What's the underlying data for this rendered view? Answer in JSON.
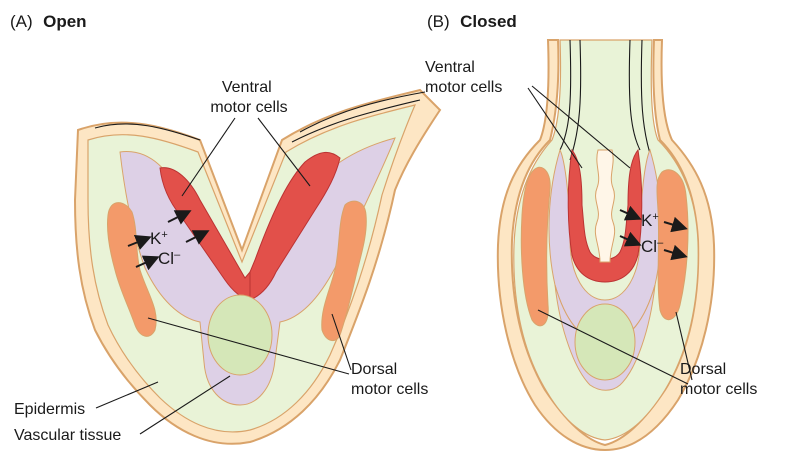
{
  "panel_a": {
    "prefix": "(A)",
    "title": "Open",
    "ventral_label": [
      "Ventral",
      "motor cells"
    ],
    "dorsal_label": [
      "Dorsal",
      "motor cells"
    ],
    "epidermis_label": "Epidermis",
    "vascular_label": "Vascular tissue",
    "ion_k": "K",
    "ion_k_charge": "+",
    "ion_cl": "Cl",
    "ion_cl_charge": "–"
  },
  "panel_b": {
    "prefix": "(B)",
    "title": "Closed",
    "ventral_label": [
      "Ventral",
      "motor cells"
    ],
    "dorsal_label": [
      "Dorsal",
      "motor cells"
    ],
    "ion_k": "K",
    "ion_k_charge": "+",
    "ion_cl": "Cl",
    "ion_cl_charge": "–"
  },
  "colors": {
    "epidermis_fill": "#fde6c4",
    "epidermis_stroke": "#d9a36a",
    "cortex_fill": "#e9f3d7",
    "lilac_fill": "#ddd0e6",
    "ventral_fill": "#e2504a",
    "dorsal_fill": "#f39a6a",
    "vascular_fill": "#d5e7b8"
  }
}
